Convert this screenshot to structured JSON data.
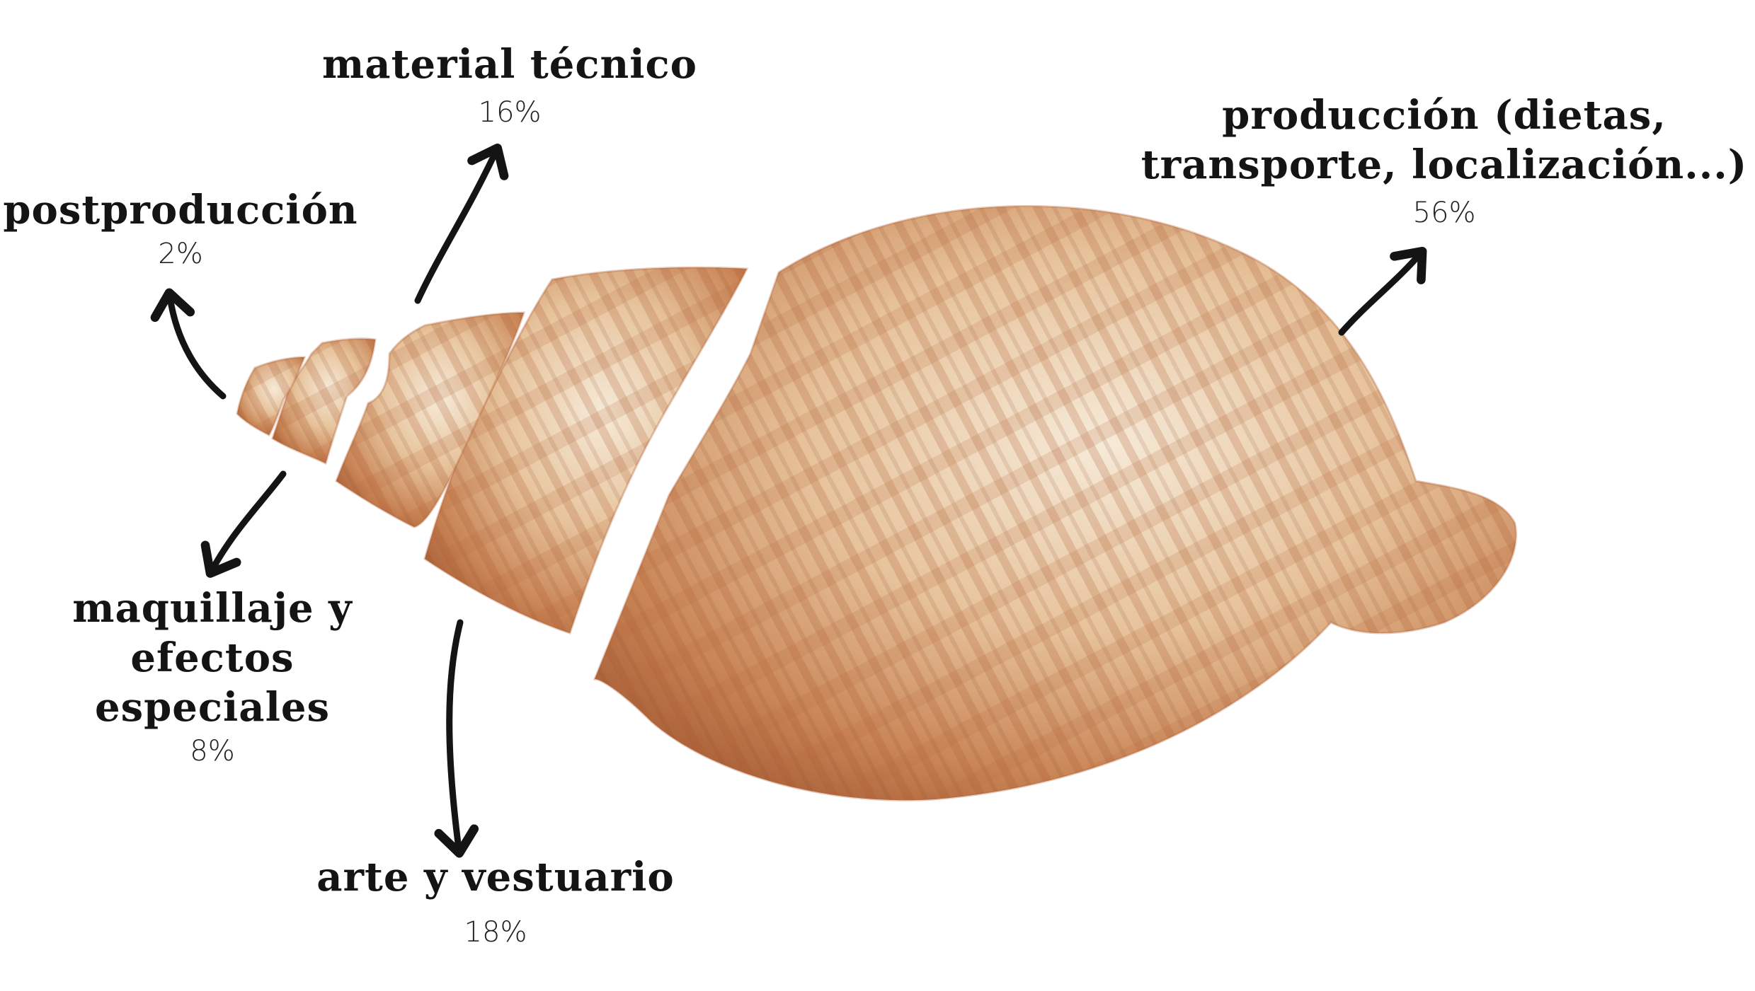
{
  "chart_data": {
    "type": "pie",
    "categories": [
      "producción (dietas, transporte, localización...)",
      "material técnico",
      "postproducción",
      "maquillaje y efectos especiales",
      "arte y vestuario"
    ],
    "values": [
      56,
      16,
      2,
      8,
      18
    ],
    "value_labels": [
      "56%",
      "16%",
      "2%",
      "8%",
      "18%"
    ],
    "display_names": [
      "producción (dietas,\ntransporte, localización...)",
      "material técnico",
      "postproducción",
      "maquillaje y efectos\nespeciales",
      "arte y vestuario"
    ]
  },
  "colors": {
    "shell_light": "#f3e4cf",
    "shell_mid": "#d9a878",
    "shell_dark": "#b4643a",
    "arrow": "#141414"
  },
  "icons": [
    "spiral-shell-icon",
    "hand-drawn-arrow-icon"
  ]
}
